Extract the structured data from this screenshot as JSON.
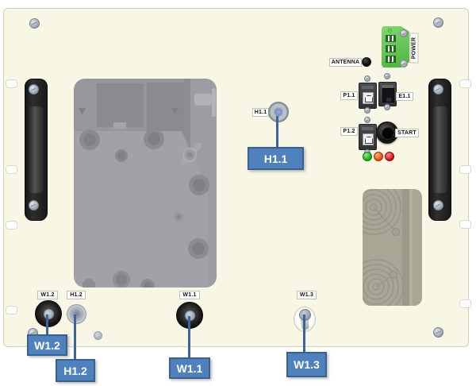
{
  "device": {
    "tags": {
      "antenna": "ANTENNA",
      "power": "POWER",
      "p11": "P1.1",
      "e11": "E1.1",
      "p12": "P1.2",
      "start": "START",
      "h11": "H1.1",
      "w12": "W1.2",
      "h12": "H1.2",
      "w11": "W1.1",
      "w13": "W1.3"
    },
    "callouts": {
      "h11": "H1.1",
      "w12": "W1.2",
      "h12": "H1.2",
      "w11": "W1.1",
      "w13": "W1.3"
    },
    "colors": {
      "callout_fill": "#4F81BD",
      "callout_border": "#3A618E",
      "leader_line": "#3C649B",
      "panel_fill": "#F8F7E6",
      "power_connector_green": "#5FC451",
      "led_green": "#2DB52D",
      "led_orange": "#E85B1E",
      "led_red": "#DE1212"
    }
  }
}
